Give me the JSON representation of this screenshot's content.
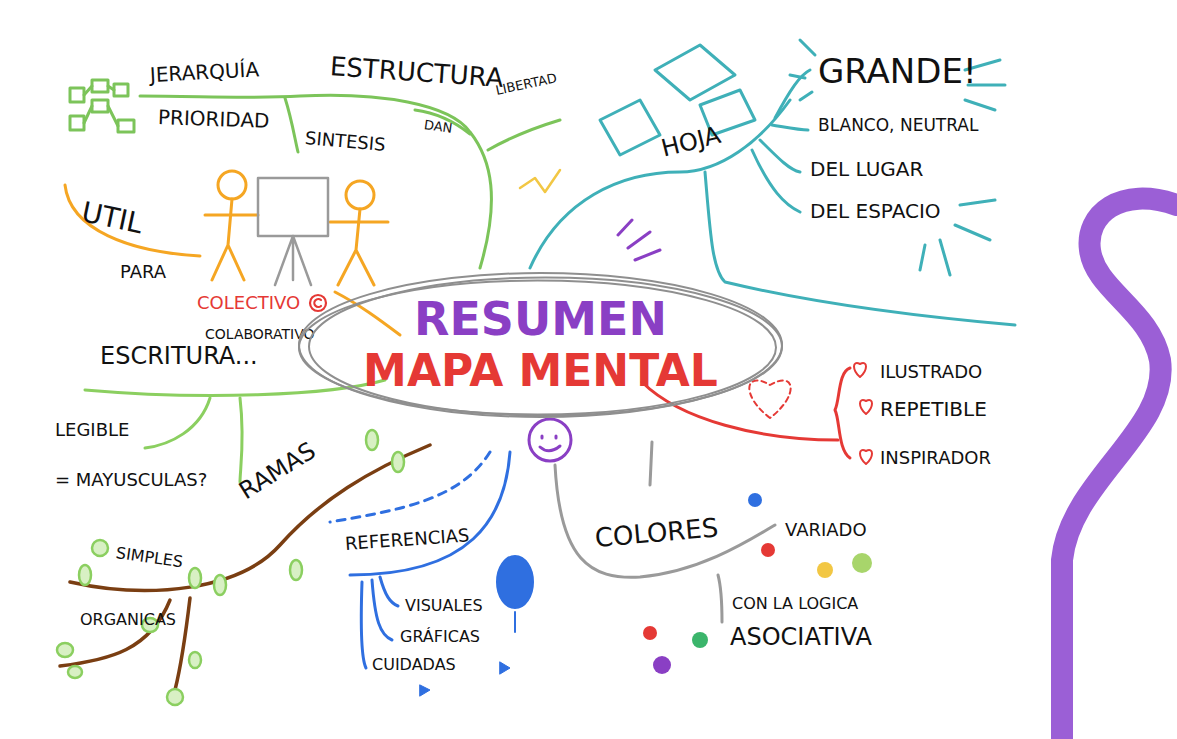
{
  "diagram": {
    "nodes": [
      {
        "text": [
          "RESUMEN",
          "MAPA MENTAL"
        ]
      }
    ],
    "labels": [
      "JERARQUÍA",
      "PRIORIDAD",
      "ESTRUCTURA",
      "SINTESIS",
      "DAN",
      "LIBERTAD",
      "HOJA",
      "GRANDE!",
      "BLANCO, NEUTRAL",
      "DEL LUGAR",
      "DEL ESPACIO",
      "UTIL",
      "PARA",
      "COLECTIVO",
      "COLABORATIVO",
      "ESCRITURA...",
      "LEGIBLE",
      "= MAYUSCULAS?",
      "RAMAS",
      "SIMPLES",
      "ORGANICAS",
      "REFERENCIAS",
      "VISUALES",
      "GRÁFICAS",
      "CUIDADAS",
      "COLORES",
      "VARIADO",
      "CON LA LOGICA",
      "ASOCIATIVA",
      "ILUSTRADO",
      "REPETIBLE",
      "INSPIRADOR"
    ]
  }
}
